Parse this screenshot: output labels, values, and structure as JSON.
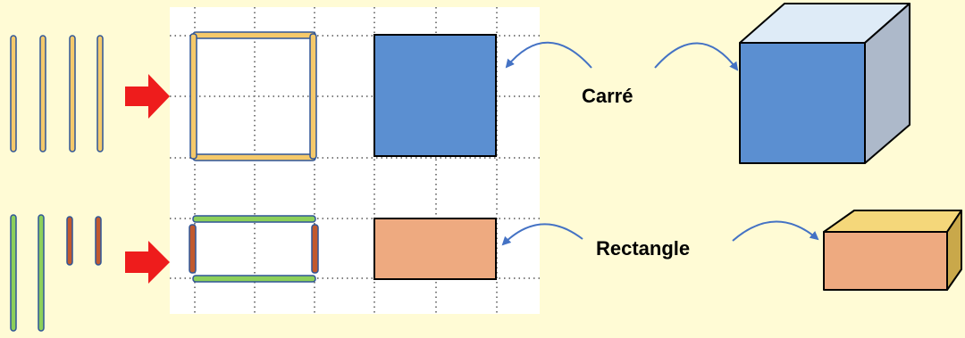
{
  "labels": {
    "square": "Carré",
    "rectangle": "Rectangle"
  },
  "colors": {
    "background": "#fffbd5",
    "grid_background": "#ffffff",
    "grid_line": "#7f7f7f",
    "stick_yellow": "#f5c96a",
    "stick_green": "#8ccf5a",
    "stick_brown": "#c1592e",
    "stick_outline": "#2f5597",
    "arrow_red": "#ee1c1c",
    "curve_arrow": "#4472c4",
    "square_fill": "#5b8fd1",
    "rectangle_fill": "#eeaa80",
    "cube_top": "#deebf7",
    "cube_side": "#adb9ca",
    "box_top": "#f5d77a",
    "box_side": "#c9a84a"
  },
  "icons": {
    "pointer_arrows": "red-right-arrow",
    "connector_arrows": "curved-arrow",
    "solids": [
      "cube",
      "rectangular-prism"
    ]
  }
}
